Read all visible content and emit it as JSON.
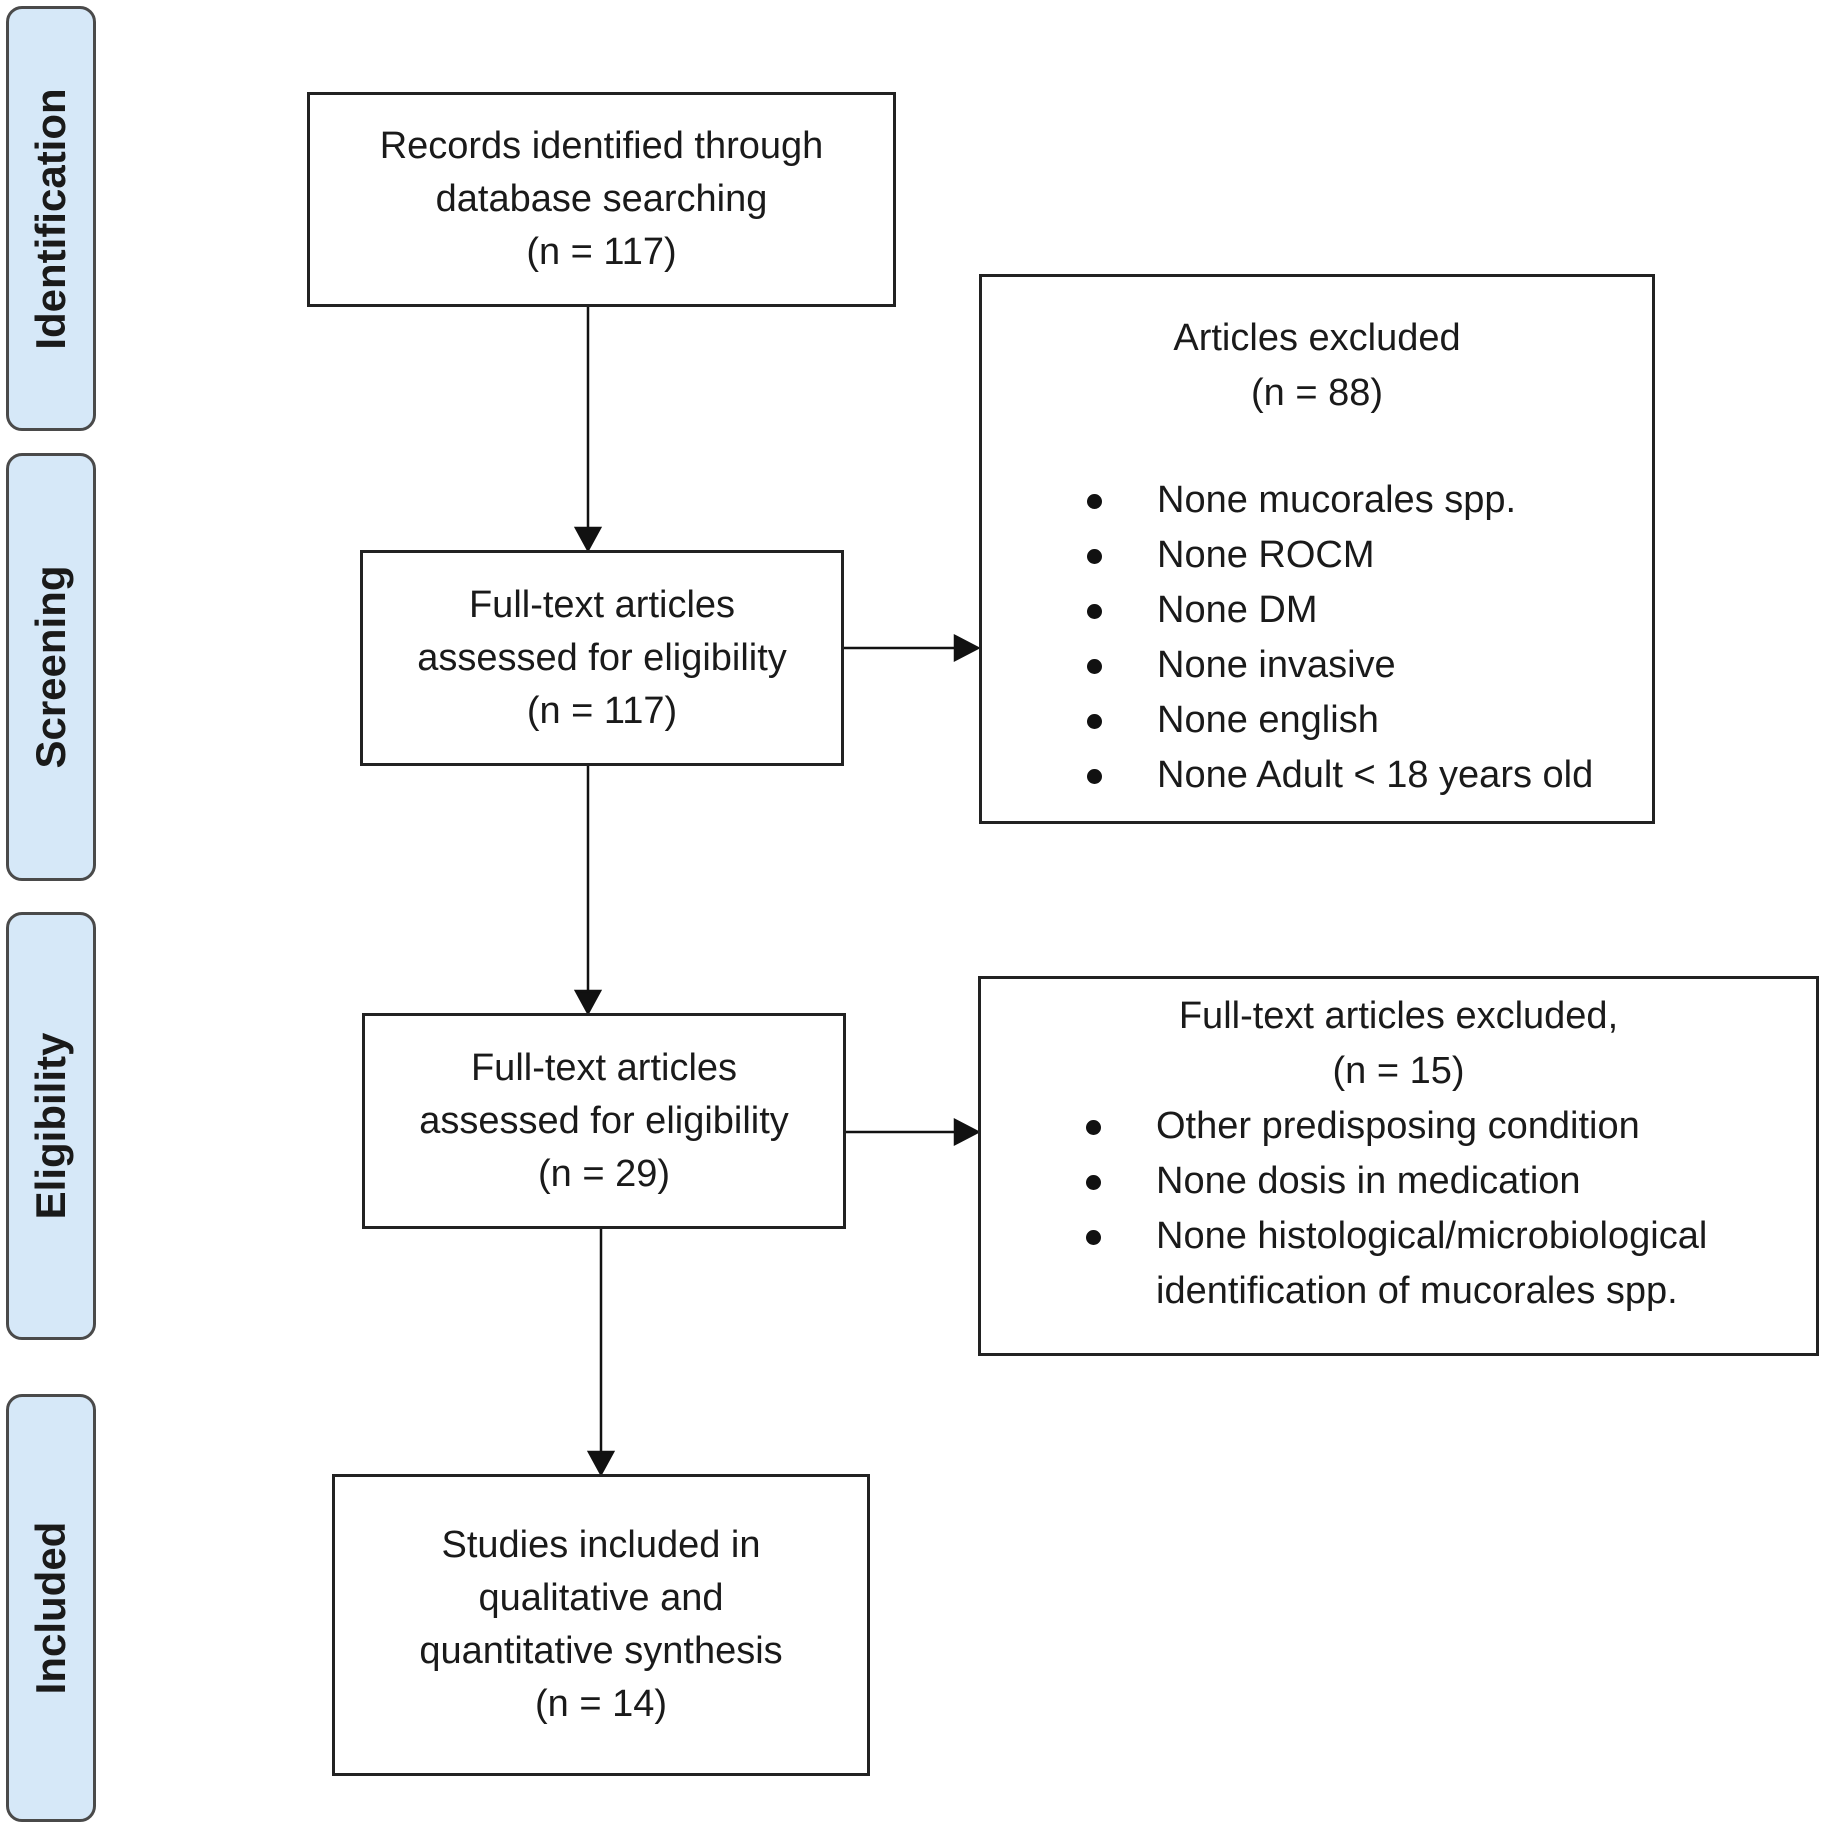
{
  "phases": {
    "identification": "Identification",
    "screening": "Screening",
    "eligibility": "Eligibility",
    "included": "Included"
  },
  "boxes": {
    "records": {
      "line1": "Records identified through",
      "line2": "database searching",
      "count": "(n = 117)"
    },
    "screened": {
      "line1": "Full-text articles",
      "line2": "assessed for eligibility",
      "count": "(n = 117)"
    },
    "eligible": {
      "line1": "Full-text articles",
      "line2": "assessed for eligibility",
      "count": "(n = 29)"
    },
    "included": {
      "line1": "Studies included in",
      "line2": "qualitative and",
      "line3": "quantitative synthesis",
      "count": "(n = 14)"
    }
  },
  "excluded_screening": {
    "title": "Articles excluded",
    "count": "(n = 88)",
    "reasons": [
      "None mucorales spp.",
      "None ROCM",
      "None DM",
      "None invasive",
      "None english",
      "None Adult < 18 years old"
    ]
  },
  "excluded_eligibility": {
    "title": "Full-text articles excluded,",
    "count": "(n = 15)",
    "reasons": [
      "Other predisposing condition",
      "None dosis in medication",
      "None histological/microbiological identification of mucorales spp."
    ]
  }
}
